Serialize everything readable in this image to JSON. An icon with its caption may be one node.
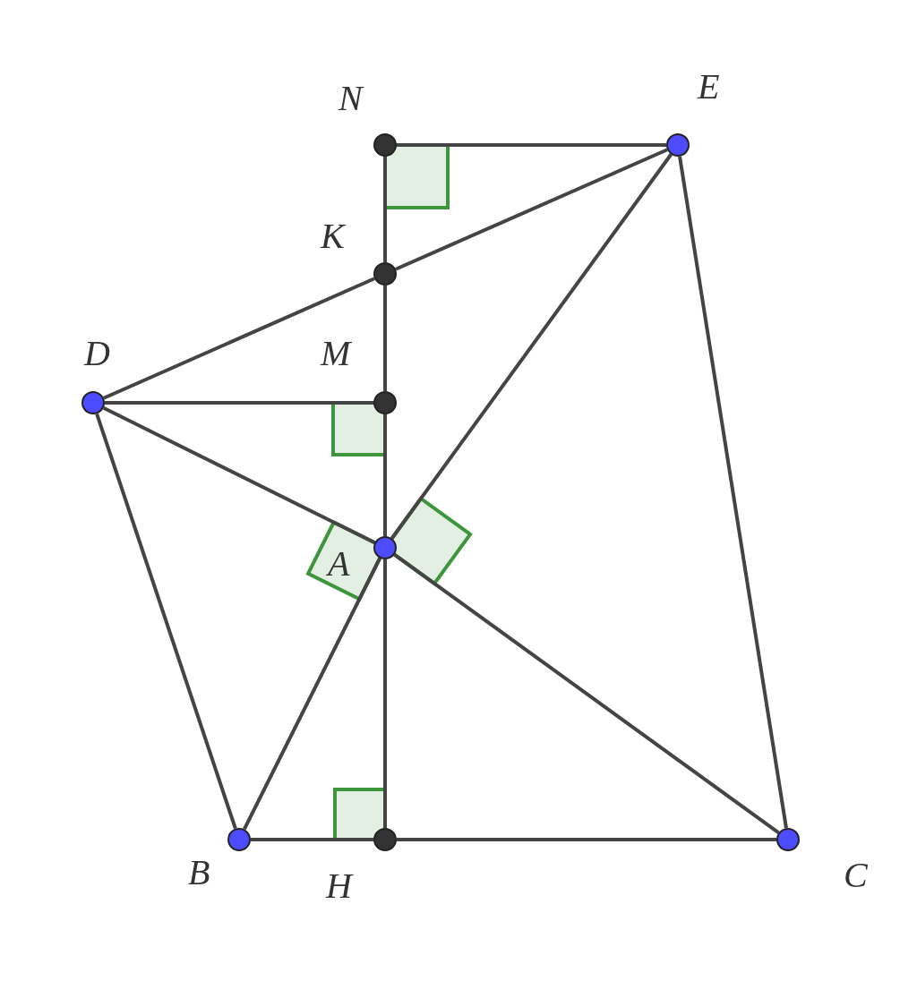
{
  "diagram": {
    "nodes": [
      {
        "text": [
          "N"
        ]
      },
      {
        "text": [
          "E"
        ]
      },
      {
        "text": [
          "K"
        ]
      },
      {
        "text": [
          "D"
        ]
      },
      {
        "text": [
          "M"
        ]
      },
      {
        "text": [
          "A"
        ]
      },
      {
        "text": [
          "B"
        ]
      },
      {
        "text": [
          "H"
        ]
      },
      {
        "text": [
          "C"
        ]
      }
    ],
    "edges": [
      {
        "from": 0,
        "to": 1,
        "arrow": "none"
      },
      {
        "from": 0,
        "to": 2,
        "arrow": "none"
      },
      {
        "from": 2,
        "to": 1,
        "arrow": "none"
      },
      {
        "from": 3,
        "to": 2,
        "arrow": "none"
      },
      {
        "from": 2,
        "to": 4,
        "arrow": "none"
      },
      {
        "from": 3,
        "to": 4,
        "arrow": "none"
      },
      {
        "from": 4,
        "to": 5,
        "arrow": "none"
      },
      {
        "from": 3,
        "to": 5,
        "arrow": "none"
      },
      {
        "from": 5,
        "to": 1,
        "arrow": "none"
      },
      {
        "from": 3,
        "to": 6,
        "arrow": "none"
      },
      {
        "from": 6,
        "to": 5,
        "arrow": "none"
      },
      {
        "from": 5,
        "to": 8,
        "arrow": "none"
      },
      {
        "from": 5,
        "to": 7,
        "arrow": "none"
      },
      {
        "from": 6,
        "to": 7,
        "arrow": "none"
      },
      {
        "from": 7,
        "to": 8,
        "arrow": "none"
      },
      {
        "from": 1,
        "to": 8,
        "arrow": "none"
      }
    ]
  }
}
